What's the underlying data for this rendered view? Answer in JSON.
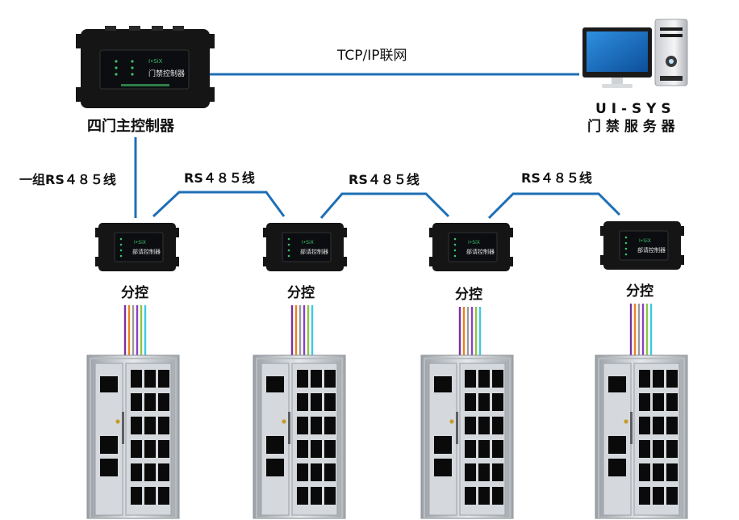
{
  "labels": {
    "network_link": "TCP/IP联网",
    "server_line1": "U I - S Y S",
    "server_line2": "门 禁 服 务 器",
    "main_controller": "四门主控制器",
    "bus_main": "一组RS４８５线",
    "bus_1": "RS４８５线",
    "bus_2": "RS４８５线",
    "bus_3": "RS４８５线",
    "sub_1": "分控",
    "sub_2": "分控",
    "sub_3": "分控",
    "sub_4": "分控"
  },
  "device_text": {
    "main_title": "门禁控制器",
    "sub_title": "部请控制器"
  },
  "colors": {
    "link_blue": "#1f6fb5",
    "device_body": "#151515",
    "panel": "#0b0d10",
    "wire_purple": "#7b2fa0",
    "wire_orange": "#e8821e",
    "wire_gray": "#9a9a9a",
    "wire_violet": "#8b3fc8",
    "wire_green": "#8cc63f",
    "wire_cyan": "#3fc8e8",
    "door_frame": "#b8bdc2",
    "door_glass": "#0a0a0a"
  }
}
